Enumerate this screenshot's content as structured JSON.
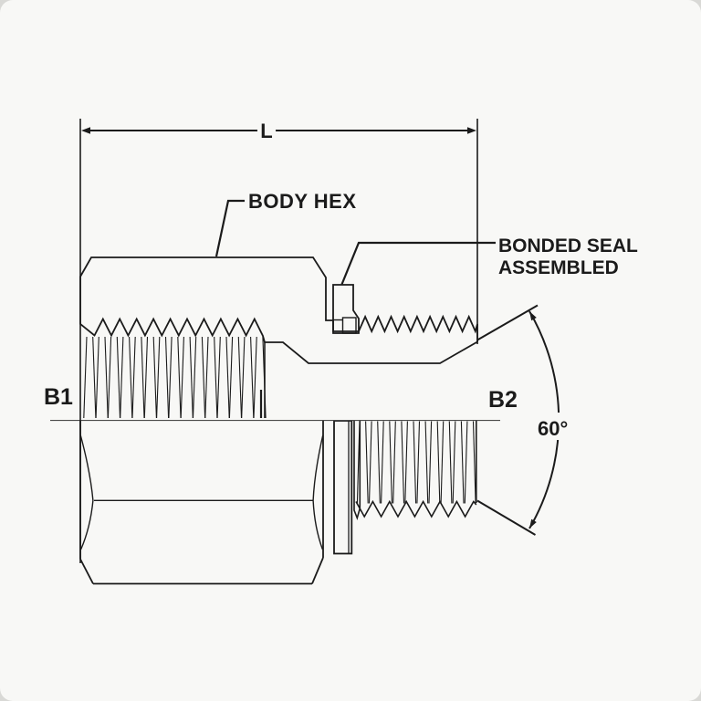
{
  "drawing": {
    "dim_length_label": "L",
    "body_hex_label": "BODY HEX",
    "bonded_seal_label_line1": "BONDED SEAL",
    "bonded_seal_label_line2": "ASSEMBLED",
    "port_left_label": "B1",
    "port_right_label": "B2",
    "seat_angle_label": "60°",
    "colors": {
      "ink": "#1b1b1b",
      "paper": "#f8f8f6"
    }
  }
}
